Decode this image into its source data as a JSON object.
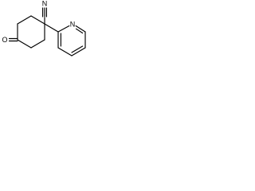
{
  "molecule": {
    "atom_labels": {
      "nitrile_nitrogen": "N",
      "ketone_oxygen": "O",
      "pyridine_nitrogen": "N"
    },
    "bond_color": "#000000",
    "label_color": "#000000",
    "background": "#ffffff"
  }
}
